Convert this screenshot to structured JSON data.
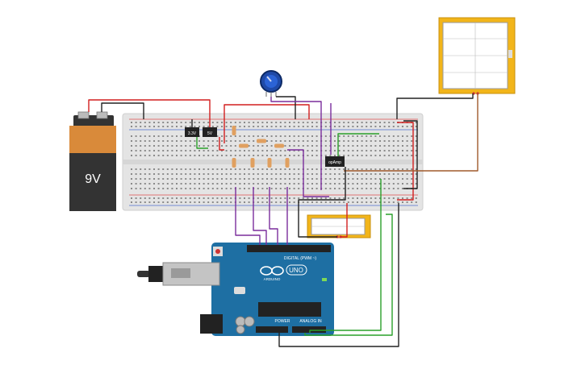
{
  "battery": {
    "label": "9V"
  },
  "regulators": {
    "left": "3.3V",
    "right": "5V"
  },
  "opamp": {
    "label": "opAmp"
  },
  "arduino": {
    "brand": "ARDUINO",
    "model": "UNO",
    "digital_header": "DIGITAL (PWM ~)",
    "power_header": "POWER",
    "analog_header": "ANALOG IN"
  }
}
